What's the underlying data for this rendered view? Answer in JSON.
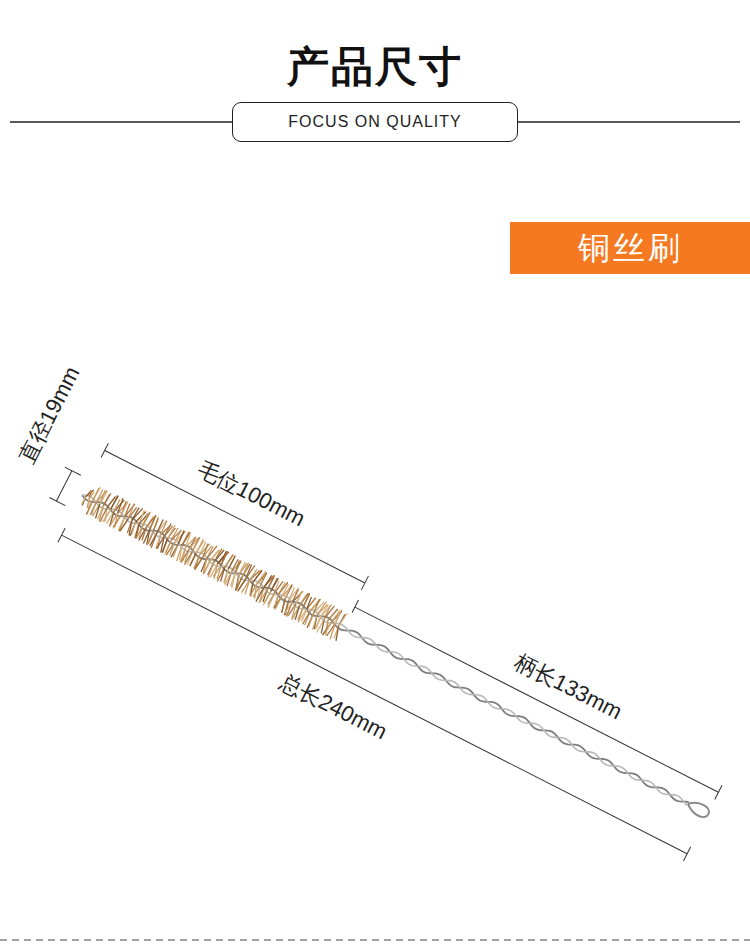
{
  "diagram": {
    "title": "产品尺寸",
    "nodes": [
      {
        "text": [
          "FOCUS ON QUALITY"
        ]
      },
      {
        "text": [
          "铜丝刷"
        ]
      }
    ],
    "labels": [
      "直径19mm",
      "毛位100mm",
      "柄长133mm",
      "总长240mm"
    ]
  }
}
